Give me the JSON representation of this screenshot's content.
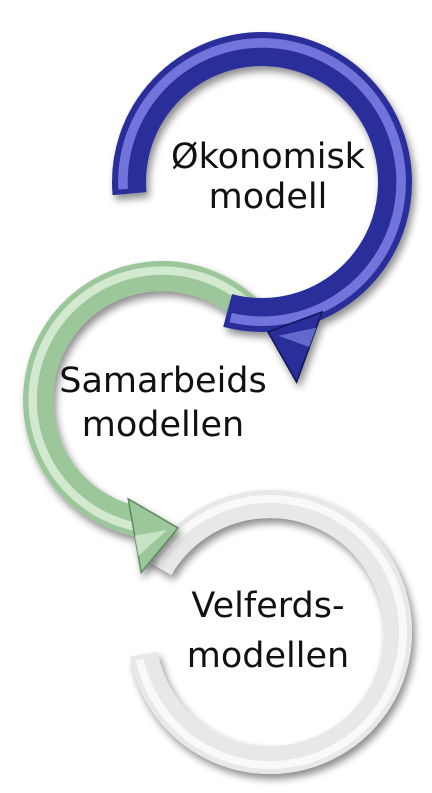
{
  "diagram": {
    "cycle": [
      {
        "id": "okonomisk",
        "line1": "Økonomisk",
        "line2": "modell",
        "color": "#2b2f9a",
        "highlight": "#8a8ef0",
        "shadow": "#111458"
      },
      {
        "id": "samarbeids",
        "line1": "Samarbeids",
        "line2": "modellen",
        "color": "#9cc79a",
        "highlight": "#e4f4e2",
        "shadow": "#5d8a5b"
      },
      {
        "id": "velferds",
        "line1": "Velferds-",
        "line2": "modellen",
        "color": "#e8e8e8",
        "highlight": "#ffffff",
        "shadow": "#9a9a9a"
      }
    ]
  }
}
